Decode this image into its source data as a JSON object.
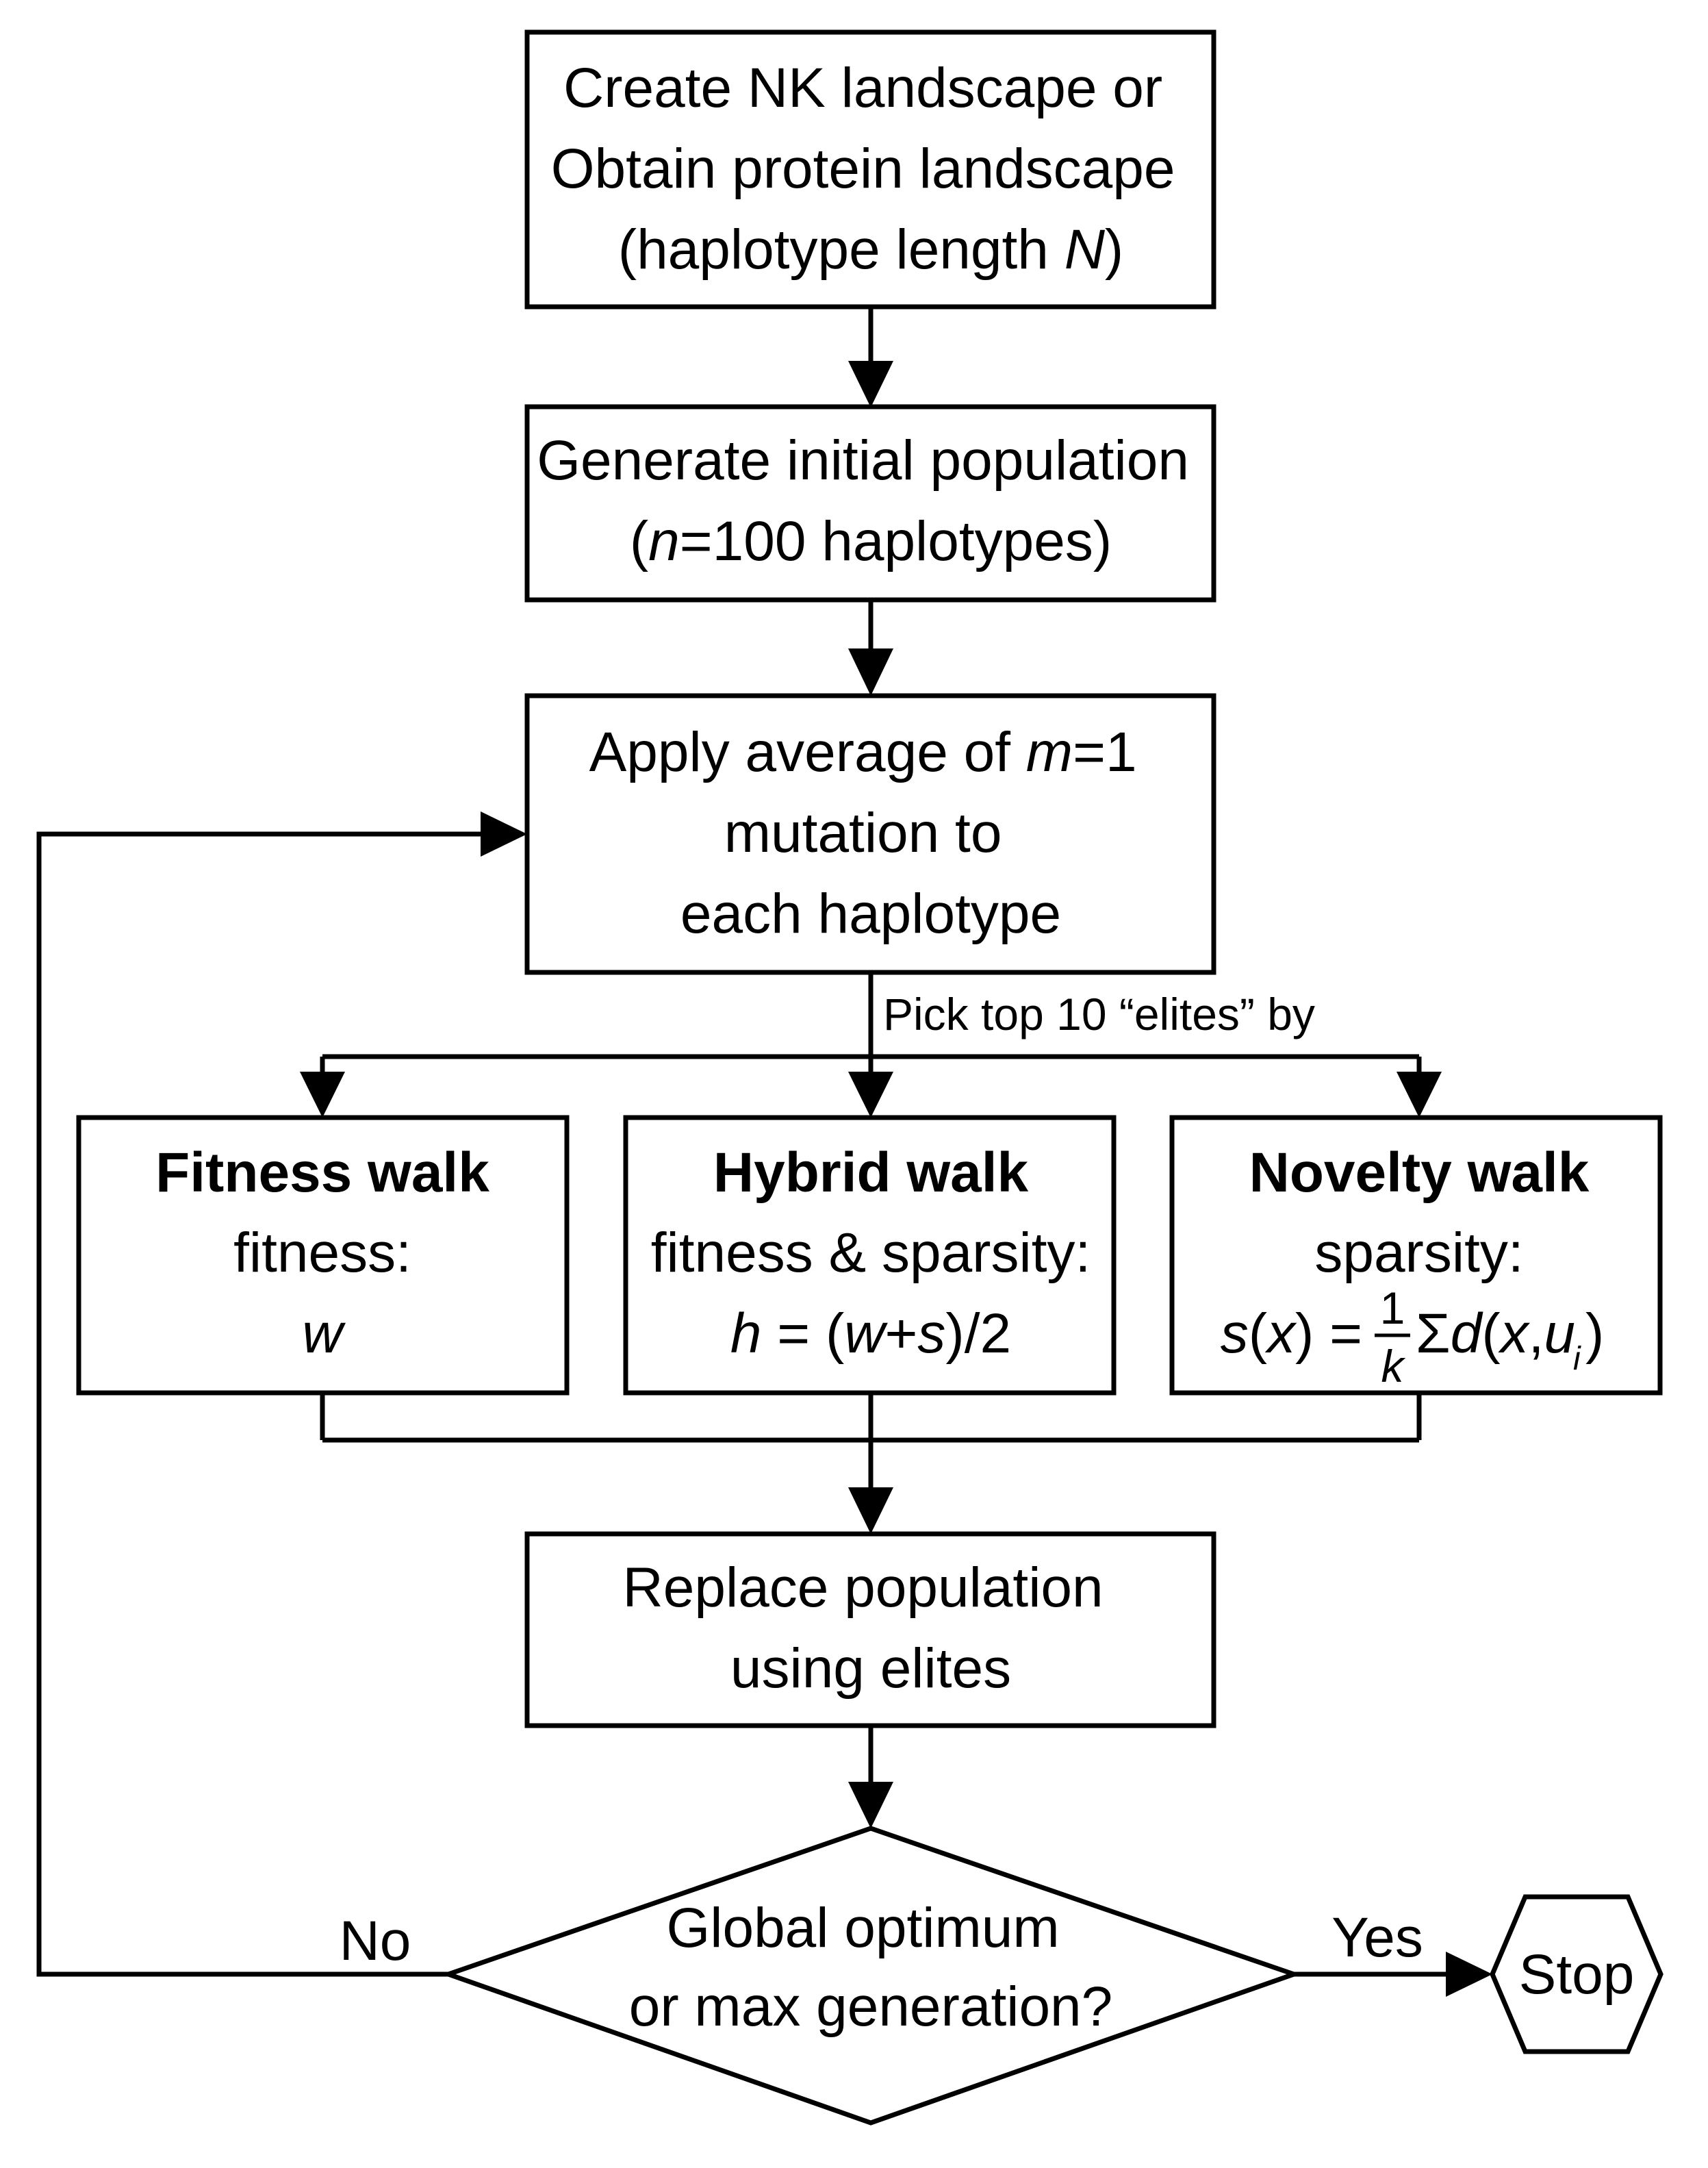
{
  "nodes": {
    "create": {
      "lines": [
        [
          {
            "t": "Create NK landscape or"
          }
        ],
        [
          {
            "t": "Obtain protein landscape"
          }
        ],
        [
          {
            "t": "(haplotype length "
          },
          {
            "t": "N",
            "i": true
          },
          {
            "t": ")"
          }
        ]
      ]
    },
    "generate": {
      "lines": [
        [
          {
            "t": "Generate initial population"
          }
        ],
        [
          {
            "t": "("
          },
          {
            "t": "n",
            "i": true
          },
          {
            "t": "=100 haplotypes)"
          }
        ]
      ]
    },
    "mutate": {
      "lines": [
        [
          {
            "t": "Apply average of "
          },
          {
            "t": "m",
            "i": true
          },
          {
            "t": "=1"
          }
        ],
        [
          {
            "t": "mutation to"
          }
        ],
        [
          {
            "t": "each haplotype"
          }
        ]
      ]
    },
    "fitness_walk": {
      "title": "Fitness walk",
      "criterion": "fitness:",
      "formula": [
        {
          "t": "w",
          "i": true
        }
      ]
    },
    "hybrid_walk": {
      "title": "Hybrid walk",
      "criterion": "fitness & sparsity:",
      "formula": [
        {
          "t": "h",
          "i": true
        },
        {
          "t": " = ("
        },
        {
          "t": "w",
          "i": true
        },
        {
          "t": "+"
        },
        {
          "t": "s",
          "i": true
        },
        {
          "t": ")/2"
        }
      ]
    },
    "novelty_walk": {
      "title": "Novelty walk",
      "criterion": "sparsity:",
      "formula_pre": [
        {
          "t": "s",
          "i": true
        },
        {
          "t": "("
        },
        {
          "t": "x",
          "i": true
        },
        {
          "t": ") = "
        }
      ],
      "frac_num": "1",
      "frac_den": "k",
      "formula_post": [
        {
          "t": "Σ"
        },
        {
          "t": "d",
          "i": true
        },
        {
          "t": "("
        },
        {
          "t": "x",
          "i": true
        },
        {
          "t": ","
        },
        {
          "t": "u",
          "i": true
        }
      ],
      "subscript": "i",
      "formula_close": ")"
    },
    "replace": {
      "lines": [
        [
          {
            "t": "Replace population"
          }
        ],
        [
          {
            "t": "using elites"
          }
        ]
      ]
    },
    "decision": {
      "lines": [
        [
          {
            "t": "Global optimum"
          }
        ],
        [
          {
            "t": "or max generation?"
          }
        ]
      ]
    },
    "stop": {
      "label": "Stop"
    }
  },
  "edges": {
    "pick_label": "Pick top 10 “elites”  by",
    "no_label": "No",
    "yes_label": "Yes"
  }
}
